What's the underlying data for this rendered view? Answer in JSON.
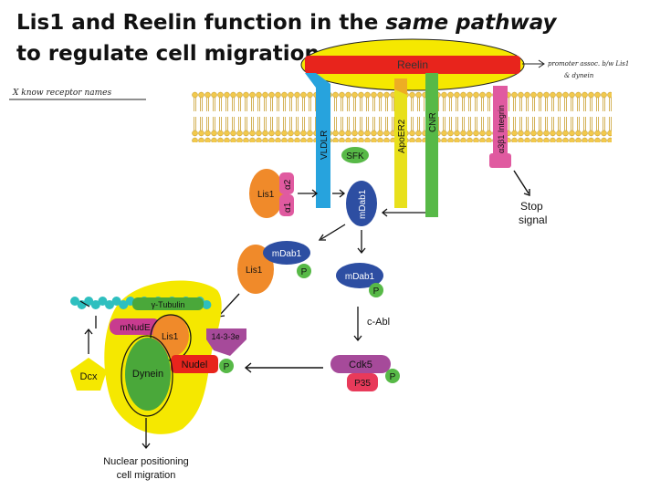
{
  "title": {
    "part1": "Lis1 and Reelin function in the ",
    "emphasis": "same pathway",
    "part2": " to regulate cell migration"
  },
  "annotations": {
    "left_note": "X know receptor names",
    "right_note_line1": "promoter assoc. b/w Lis1",
    "right_note_line2": "& dynein"
  },
  "molecules": {
    "reelin": "Reelin",
    "vldlr": "VLDLR",
    "apoer2": "ApoER2",
    "cnr": "CNR",
    "integrin": "α3β1 Integrin",
    "sfk": "SFK",
    "lis1": "Lis1",
    "alpha2": "α2",
    "alpha1": "α1",
    "mdab1": "mDab1",
    "phospho": "P",
    "gamma_tubulin": "γ-Tubulin",
    "mnude": "mNudE",
    "protein_1433": "14-3-3e",
    "nudel": "Nudel",
    "dynein": "Dynein",
    "dcx": "Dcx",
    "cdk5": "Cdk5",
    "p35": "P35",
    "c_abl": "c-Abl"
  },
  "outcomes": {
    "stop_line1": "Stop",
    "stop_line2": "signal",
    "nuclear_line1": "Nuclear positioning",
    "nuclear_line2": "cell migration"
  },
  "colors": {
    "reelin": "#e8241c",
    "highlight": "#f5e800",
    "vldlr": "#27a3dd",
    "apoer2": "#e8e01c",
    "cnr": "#57b947",
    "integrin": "#e05aa0",
    "sfk": "#57b947",
    "lis1": "#f08a2a",
    "alpha": "#e05aa0",
    "mdab1": "#2d4ea2",
    "phospho": "#57b947",
    "tubulin": "#2ebfbf",
    "nude": "#c83b8f",
    "protein_1433": "#a64a9a",
    "nudel": "#e8241c",
    "dynein": "#4aa83a",
    "dcx": "#f5e800",
    "cdk5": "#a64a9a",
    "p35": "#e83a5a"
  }
}
